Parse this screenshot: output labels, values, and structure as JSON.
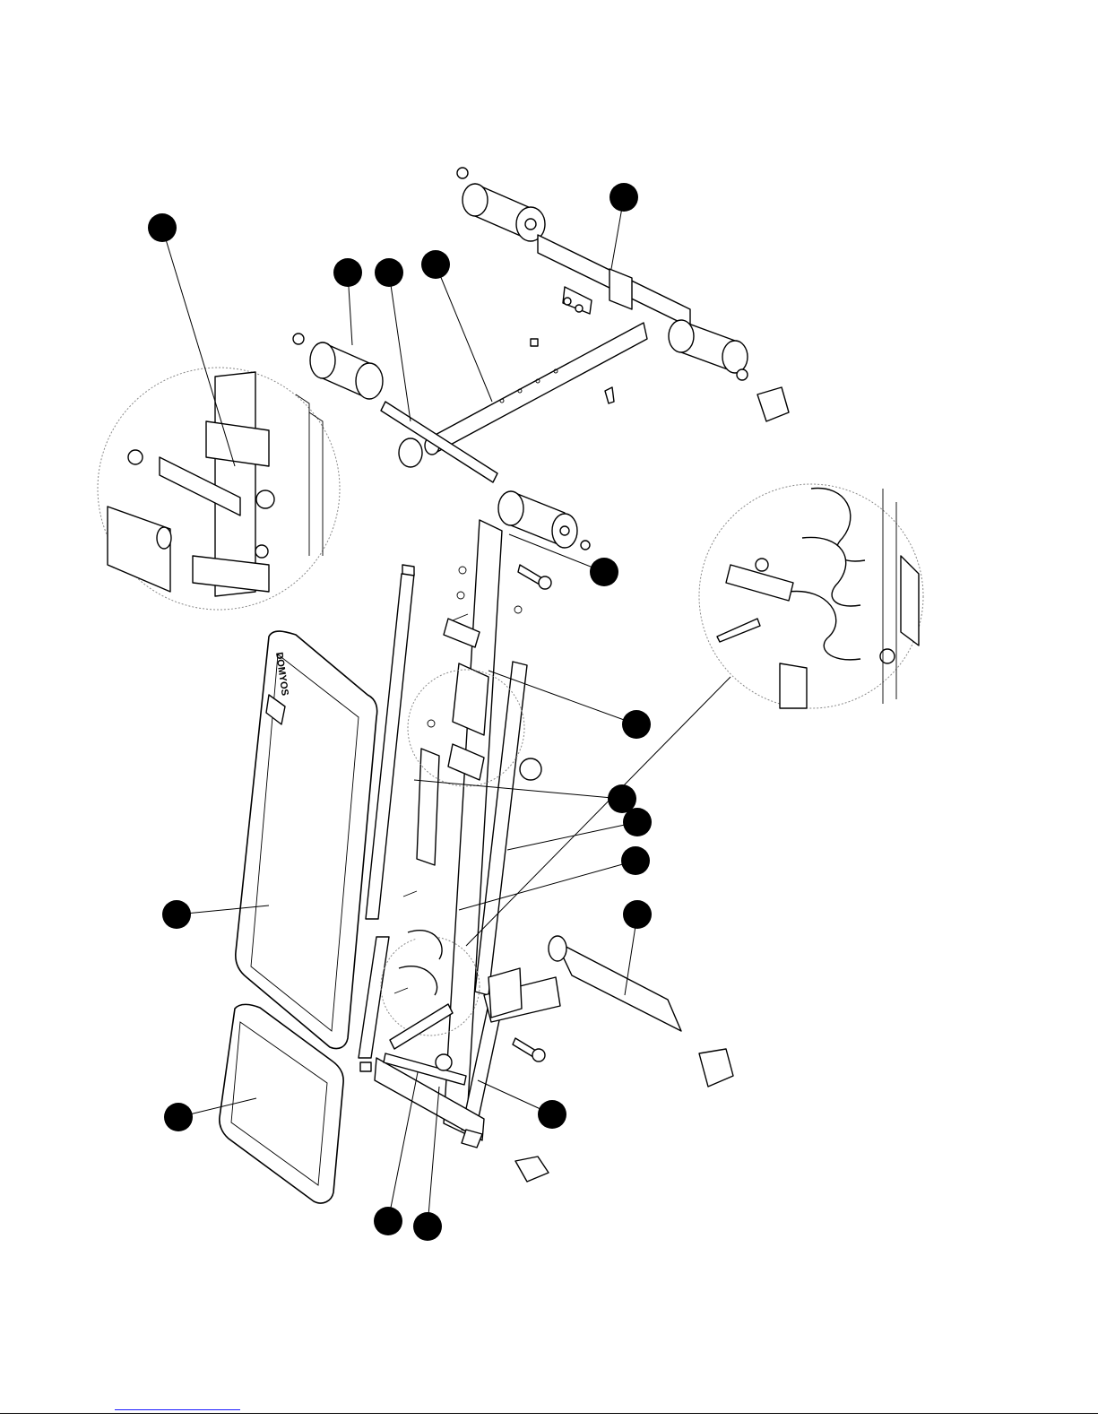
{
  "diagram": {
    "pad_brand_text": "DOMYOS",
    "callouts": [
      {
        "id": "c1"
      },
      {
        "id": "c2"
      },
      {
        "id": "c3"
      },
      {
        "id": "c4"
      },
      {
        "id": "c5"
      },
      {
        "id": "c6"
      },
      {
        "id": "c7"
      },
      {
        "id": "c8"
      },
      {
        "id": "c9"
      },
      {
        "id": "c10"
      },
      {
        "id": "c11"
      },
      {
        "id": "c12"
      },
      {
        "id": "c13"
      },
      {
        "id": "c14"
      },
      {
        "id": "c15"
      },
      {
        "id": "c16"
      },
      {
        "id": "c17"
      }
    ],
    "colors": {
      "line": "#000000",
      "magnifier": "#8a8a8a",
      "footer_link": "#1a1aff"
    }
  }
}
